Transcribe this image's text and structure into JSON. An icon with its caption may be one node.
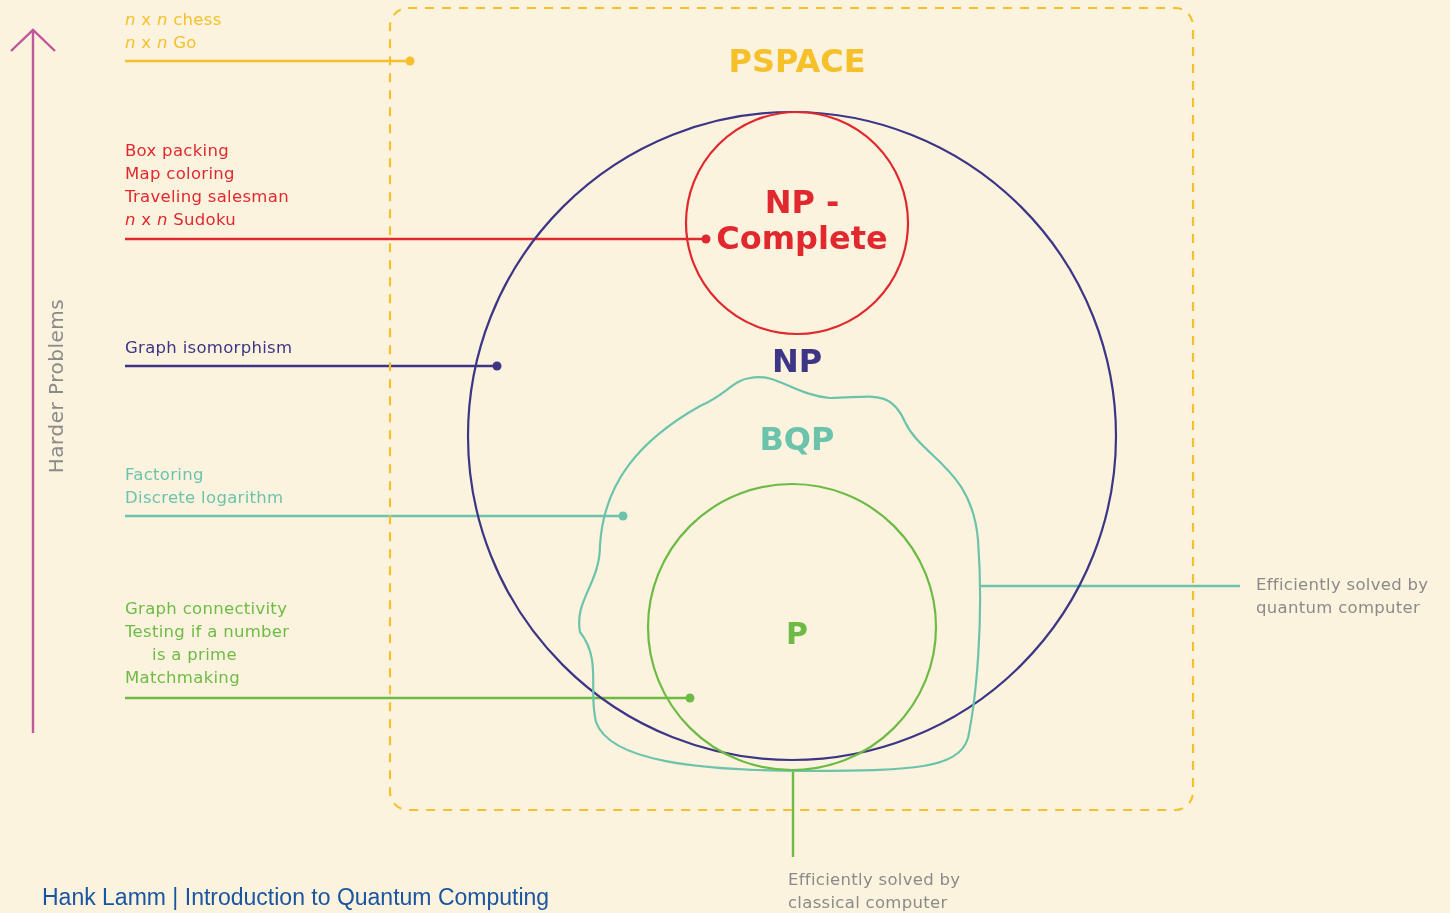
{
  "diagram": {
    "caption": "Hank Lamm | Introduction to Quantum Computing",
    "nodes": [
      {
        "text": [
          "PSPACE"
        ]
      },
      {
        "text": [
          "NP"
        ],
        "in": 0
      },
      {
        "text": [
          "NP - Complete"
        ],
        "in": 1
      },
      {
        "text": [
          "BQP"
        ],
        "in": 1
      },
      {
        "text": [
          "P"
        ],
        "in": 3
      },
      {
        "text": [
          "*n* x *n* chess",
          "*n* x *n* Go"
        ]
      },
      {
        "text": [
          "Box packing",
          "Map coloring",
          "Traveling salesman",
          "*n* x *n* Sudoku"
        ]
      },
      {
        "text": [
          "Graph isomorphism"
        ]
      },
      {
        "text": [
          "Factoring",
          "Discrete logarithm"
        ]
      },
      {
        "text": [
          "Graph connectivity",
          "Testing if a number is a prime",
          "Matchmaking"
        ]
      },
      {
        "text": [
          "Efficiently solved by quantum computer"
        ]
      },
      {
        "text": [
          "Efficiently solved by classical computer"
        ]
      }
    ],
    "edges": [
      {
        "from": 5,
        "to": 0,
        "arrow": "other",
        "color": "#f5c02a"
      },
      {
        "from": 6,
        "to": 2,
        "arrow": "other",
        "color": "#e0282e"
      },
      {
        "from": 7,
        "to": 1,
        "arrow": "other",
        "color": "#3d3585"
      },
      {
        "from": 8,
        "to": 3,
        "arrow": "other",
        "color": "#6cc3ac"
      },
      {
        "from": 9,
        "to": 4,
        "arrow": "other",
        "color": "#6dbb45"
      },
      {
        "from": 10,
        "to": 3,
        "arrow": "none",
        "color": "#6cc3ac"
      },
      {
        "from": 11,
        "to": 4,
        "arrow": "none",
        "color": "#6dbb45"
      }
    ],
    "labels": [
      "Harder Problems"
    ]
  }
}
